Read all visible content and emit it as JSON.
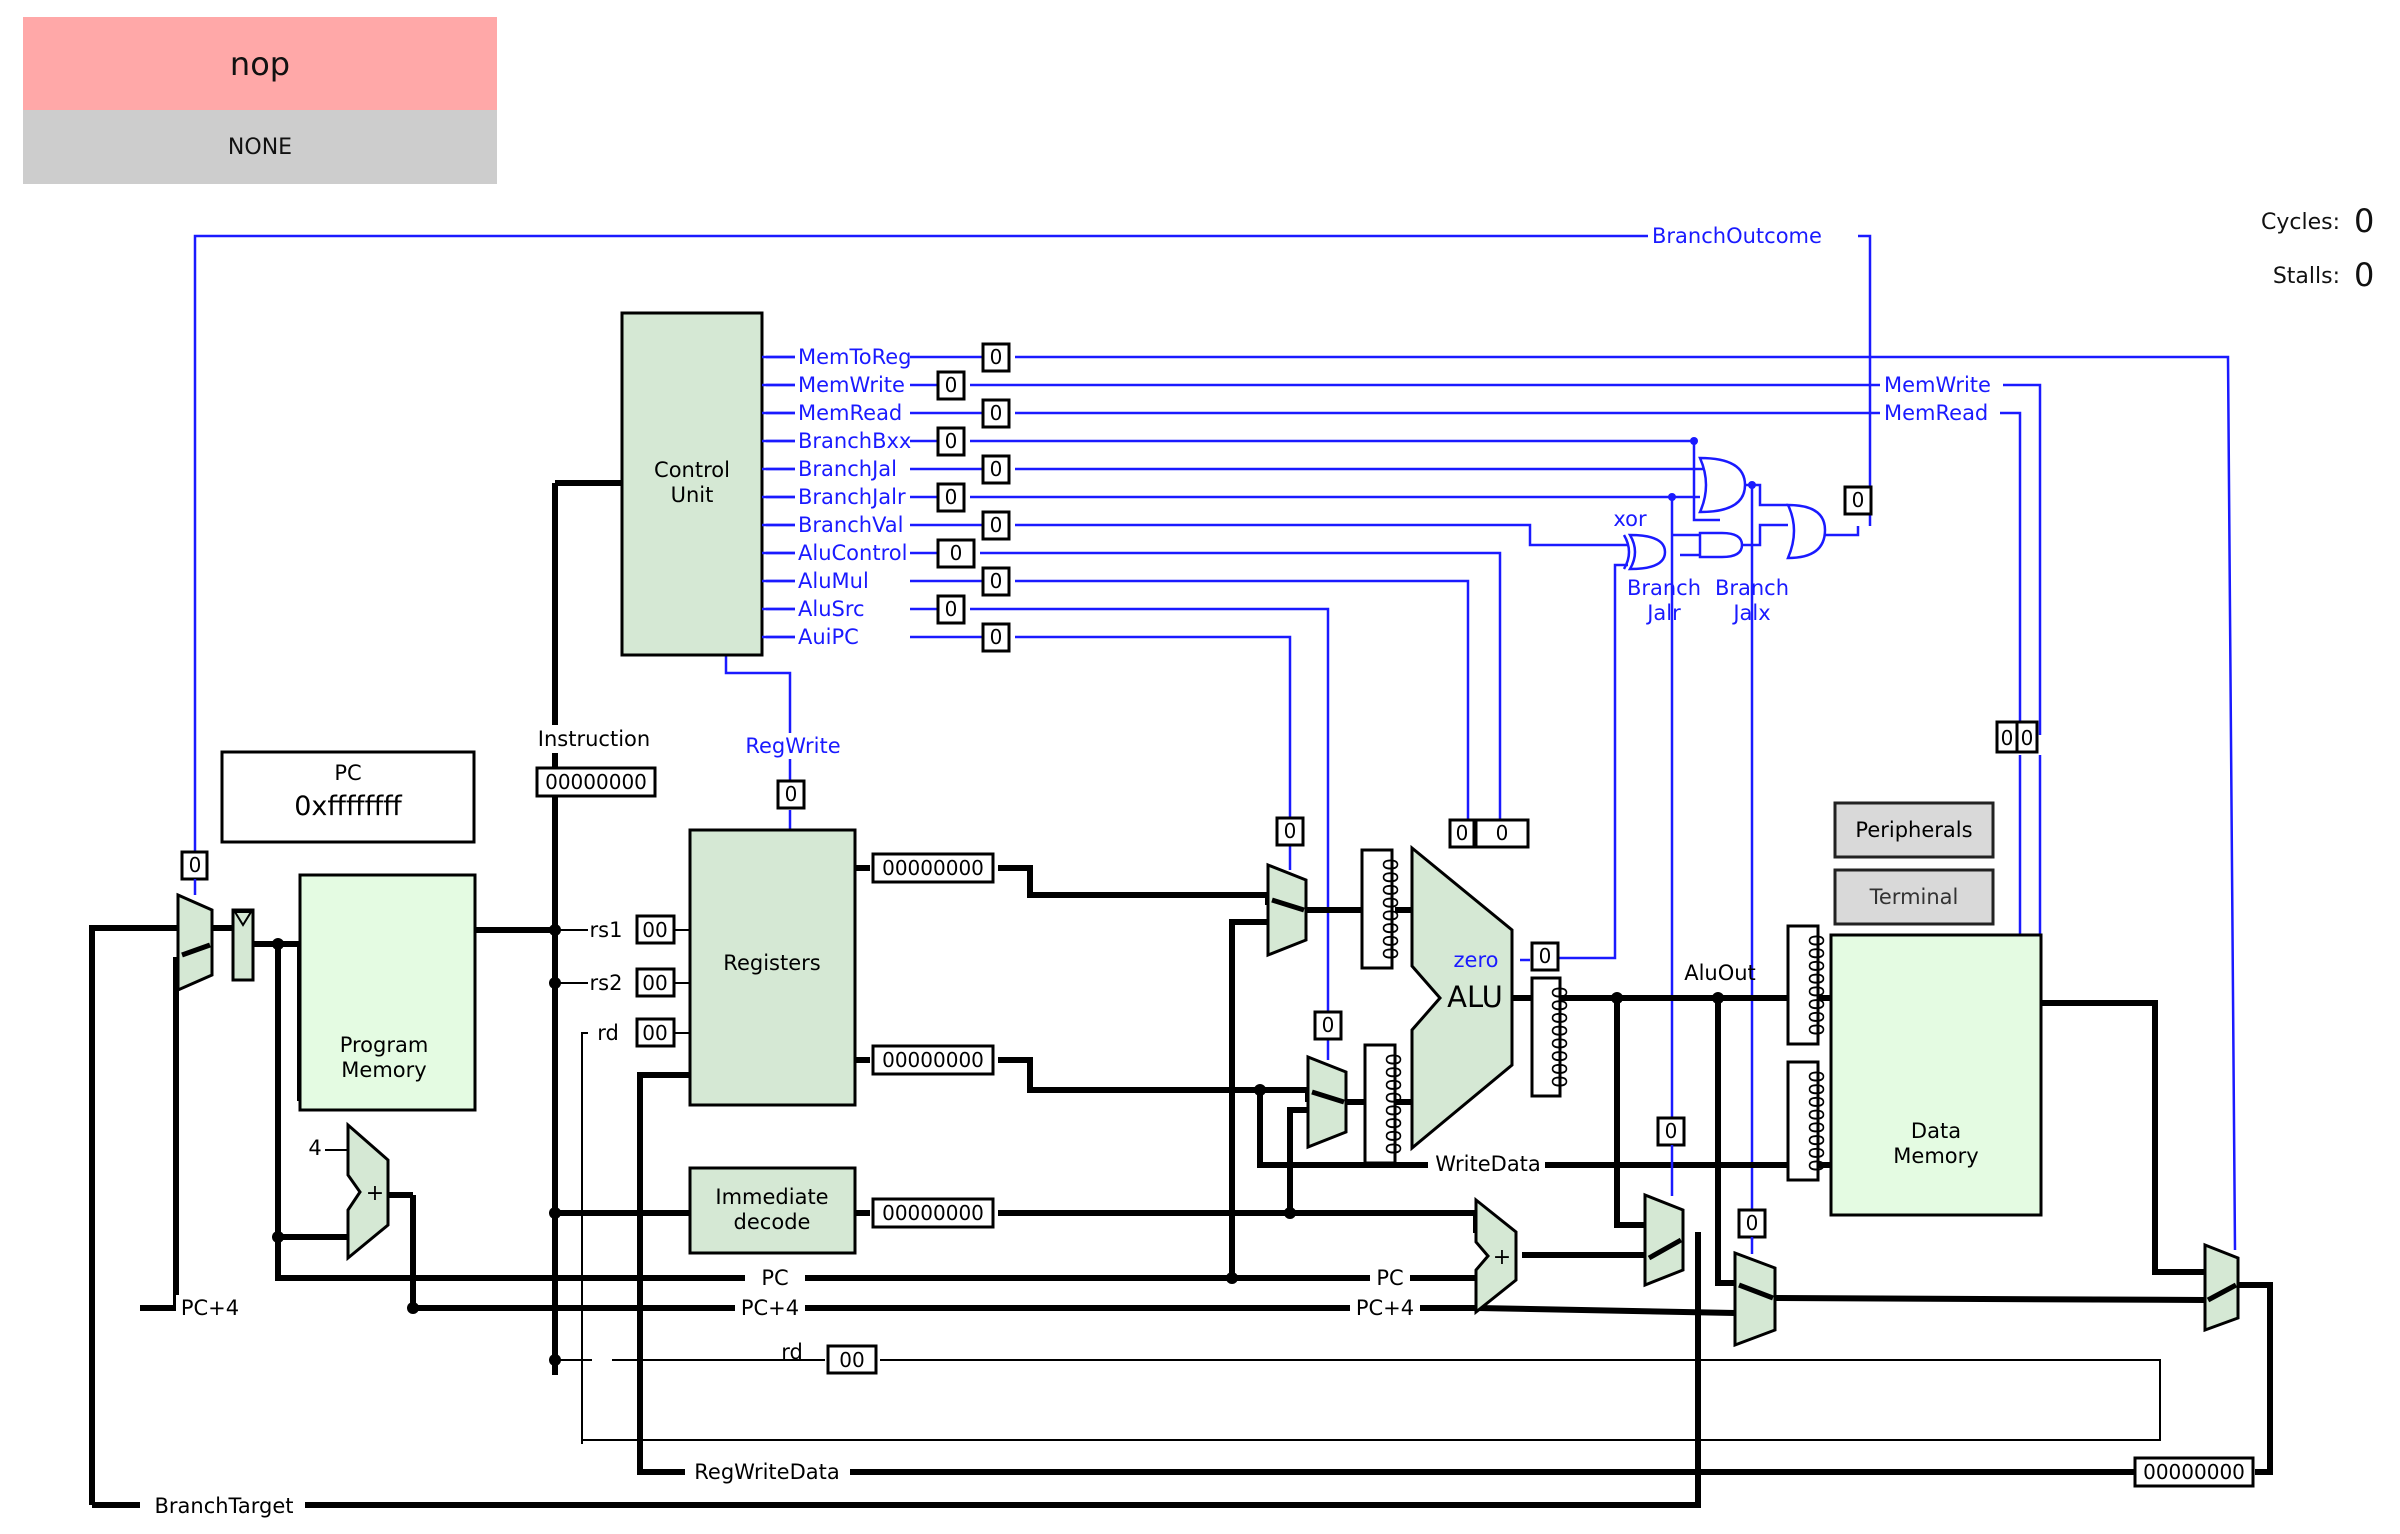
{
  "instruction": {
    "text": "nop",
    "stage": "NONE"
  },
  "counters": {
    "cycles_label": "Cycles:",
    "cycles_value": "0",
    "stalls_label": "Stalls:",
    "stalls_value": "0"
  },
  "pc": {
    "label": "PC",
    "value": "0xffffffff"
  },
  "blocks": {
    "control_unit_l1": "Control",
    "control_unit_l2": "Unit",
    "registers": "Registers",
    "program_memory_l1": "Program",
    "program_memory_l2": "Memory",
    "immediate_l1": "Immediate",
    "immediate_l2": "decode",
    "alu": "ALU",
    "alu_zero": "zero",
    "data_memory_l1": "Data",
    "data_memory_l2": "Memory",
    "peripherals": "Peripherals",
    "terminal": "Terminal",
    "adder_symbol": "+",
    "const_four": "4"
  },
  "control_signals": [
    {
      "name": "MemToReg",
      "value": "0"
    },
    {
      "name": "MemWrite",
      "value": "0"
    },
    {
      "name": "MemRead",
      "value": "0"
    },
    {
      "name": "BranchBxx",
      "value": "0"
    },
    {
      "name": "BranchJal",
      "value": "0"
    },
    {
      "name": "BranchJalr",
      "value": "0"
    },
    {
      "name": "BranchVal",
      "value": "0"
    },
    {
      "name": "AluControl",
      "value": "0"
    },
    {
      "name": "AluMul",
      "value": "0"
    },
    {
      "name": "AluSrc",
      "value": "0"
    },
    {
      "name": "AuiPC",
      "value": "0"
    }
  ],
  "labels": {
    "branch_outcome": "BranchOutcome",
    "mem_write": "MemWrite",
    "mem_read": "MemRead",
    "xor": "xor",
    "branch_jalr_l1": "Branch",
    "branch_jalr_l2": "Jalr",
    "branch_jalx_l1": "Branch",
    "branch_jalx_l2": "Jalx",
    "instruction": "Instruction",
    "reg_write": "RegWrite",
    "rs1": "rs1",
    "rs2": "rs2",
    "rd": "rd",
    "rd_bottom": "rd",
    "pc_bus": "PC",
    "pc_bus_right": "PC",
    "pc_plus4_left": "PC+4",
    "pc_plus4_mid": "PC+4",
    "pc_plus4_right": "PC+4",
    "write_data": "WriteData",
    "alu_out": "AluOut",
    "reg_write_data": "RegWriteData",
    "branch_target": "BranchTarget"
  },
  "values": {
    "branch_outcome_box": "0",
    "pc_mux_sel": "0",
    "instruction_bus": "00000000",
    "reg_write_val": "0",
    "rs1_val": "00",
    "rs2_val": "00",
    "rd_val": "00",
    "rd_bottom_val": "00",
    "reg_read1": "00000000",
    "reg_read2": "00000000",
    "imm_val": "00000000",
    "alu_mux_a_sel": "0",
    "alu_mux_b_sel": "0",
    "alu_in_a": "00000000",
    "alu_in_b": "00000000",
    "alu_ctrl_mul": "0",
    "alu_ctrl_op": "0",
    "zero_val": "0",
    "alu_result": "00000000",
    "mem_read_flag": "0",
    "mem_write_flag": "0",
    "mem_addr": "00000000",
    "mem_wdata": "00000000",
    "jalr_mux_sel": "0",
    "jalx_mux_sel": "0",
    "reg_write_data_val": "00000000"
  },
  "colors": {
    "instruction_bg": "#ffa8a8",
    "stage_bg": "#cdcdcd",
    "block_fill": "#d5e8d4",
    "memory_fill": "#e4fbe2",
    "control_wire": "#1a1aff",
    "data_wire": "#000000",
    "peripheral_fill": "#d9d9d9"
  }
}
